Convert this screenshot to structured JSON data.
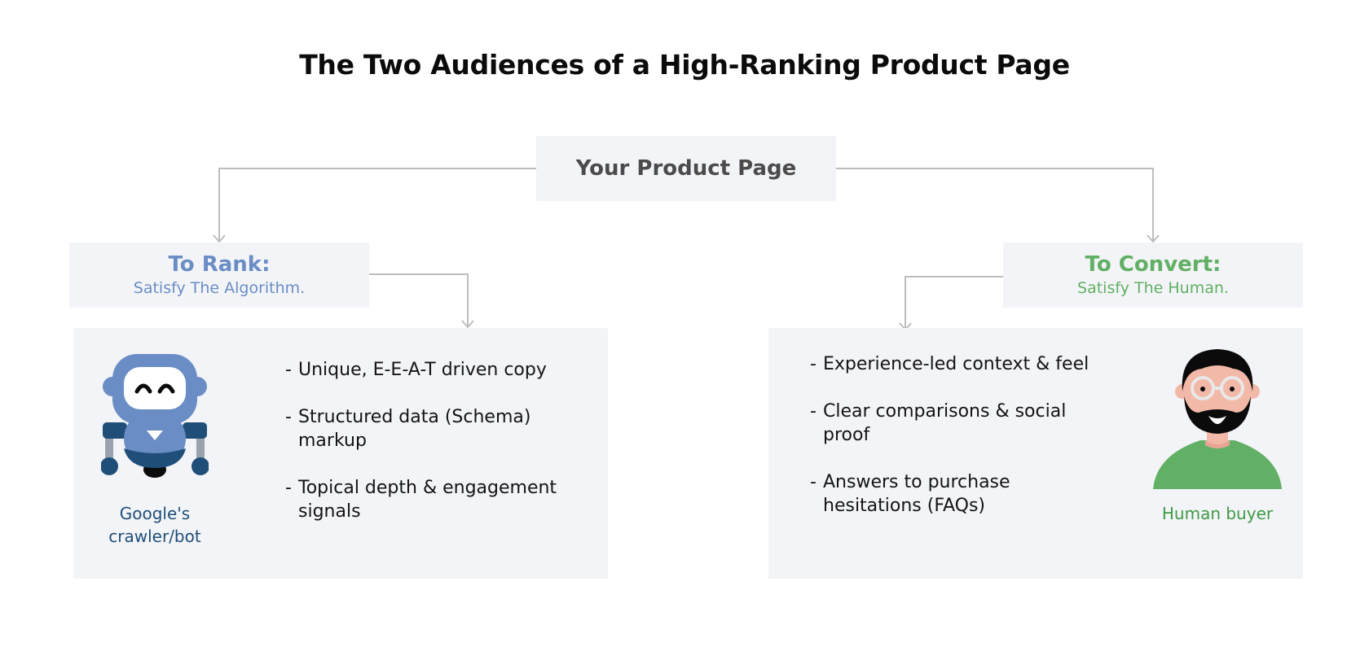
{
  "title": "The Two Audiences of a High-Ranking Product Page",
  "root": {
    "label": "Your Product Page"
  },
  "rank": {
    "heading": "To Rank:",
    "subheading": "Satisfy The Algorithm.",
    "figure_label": "Google's crawler/bot",
    "bullets": [
      "Unique, E-E-A-T driven copy",
      "Structured data (Schema) markup",
      "Topical depth & engagement signals"
    ]
  },
  "convert": {
    "heading": "To Convert:",
    "subheading": "Satisfy The Human.",
    "figure_label": "Human buyer",
    "bullets": [
      "Experience-led context & feel",
      "Clear comparisons & social proof",
      "Answers to purchase hesitations (FAQs)"
    ]
  },
  "colors": {
    "rank_accent": "#6a8dc5",
    "convert_accent": "#62b065",
    "box_fill": "#f3f4f7",
    "connector": "#bdbdbd",
    "bot_label": "#1f4e79"
  },
  "icons": {
    "rank": "robot-icon",
    "convert": "person-icon"
  }
}
